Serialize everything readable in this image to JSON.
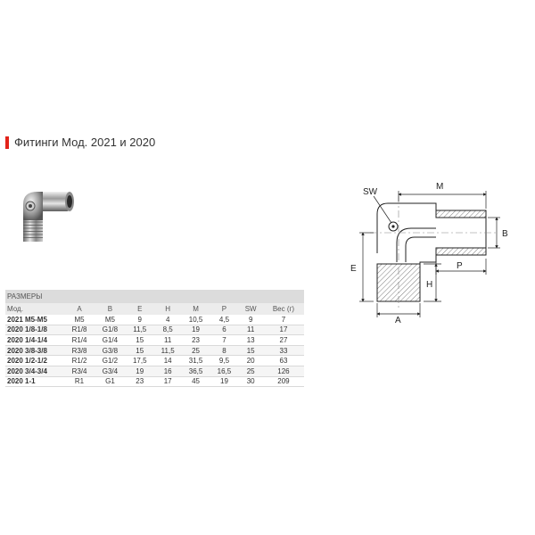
{
  "title": "Фитинги Мод. 2021 и 2020",
  "table": {
    "section_label": "РАЗМЕРЫ",
    "columns": [
      "Мод.",
      "A",
      "B",
      "E",
      "H",
      "M",
      "P",
      "SW",
      "Вес (г)"
    ],
    "rows": [
      [
        "2021 M5-M5",
        "M5",
        "M5",
        "9",
        "4",
        "10,5",
        "4,5",
        "9",
        "7"
      ],
      [
        "2020 1/8-1/8",
        "R1/8",
        "G1/8",
        "11,5",
        "8,5",
        "19",
        "6",
        "11",
        "17"
      ],
      [
        "2020 1/4-1/4",
        "R1/4",
        "G1/4",
        "15",
        "11",
        "23",
        "7",
        "13",
        "27"
      ],
      [
        "2020 3/8-3/8",
        "R3/8",
        "G3/8",
        "15",
        "11,5",
        "25",
        "8",
        "15",
        "33"
      ],
      [
        "2020 1/2-1/2",
        "R1/2",
        "G1/2",
        "17,5",
        "14",
        "31,5",
        "9,5",
        "20",
        "63"
      ],
      [
        "2020 3/4-3/4",
        "R3/4",
        "G3/4",
        "19",
        "16",
        "36,5",
        "16,5",
        "25",
        "126"
      ],
      [
        "2020 1-1",
        "R1",
        "G1",
        "23",
        "17",
        "45",
        "19",
        "30",
        "209"
      ]
    ]
  },
  "drawing": {
    "labels": {
      "sw": "SW",
      "m": "M",
      "b": "B",
      "e": "E",
      "p": "P",
      "h": "H",
      "a": "A"
    }
  },
  "colors": {
    "accent": "#e2231a",
    "header_bg": "#dcdcdc",
    "subheader_bg": "#ececec"
  }
}
